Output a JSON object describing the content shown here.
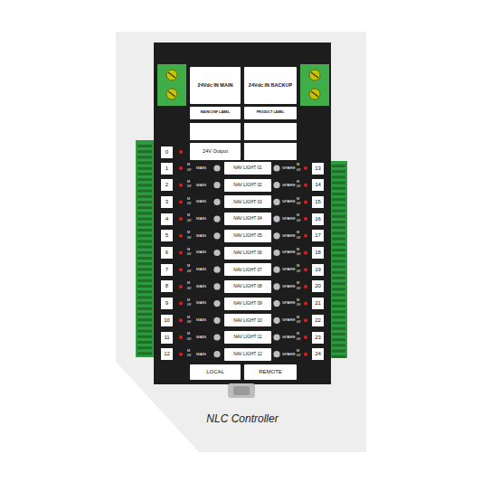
{
  "diagram": {
    "caption": "NLC Controller",
    "nodes": [
      {
        "text": [
          "24Vdc IN MAIN"
        ]
      },
      {
        "text": [
          "24Vdc IN BACKUP"
        ]
      },
      {
        "text": [
          "MAINCONF LABEL"
        ]
      },
      {
        "text": [
          "PRODUCT LABEL"
        ]
      },
      {
        "text": [
          "24V Output"
        ]
      },
      {
        "text": [
          "NAV LIGHT 01"
        ]
      },
      {
        "text": [
          "NAV LIGHT 02"
        ]
      },
      {
        "text": [
          "NAV LIGHT 03"
        ]
      },
      {
        "text": [
          "NAV LIGHT 04"
        ]
      },
      {
        "text": [
          "NAV LIGHT 05"
        ]
      },
      {
        "text": [
          "NAV LIGHT 06"
        ]
      },
      {
        "text": [
          "NAV LIGHT 07"
        ]
      },
      {
        "text": [
          "NAV LIGHT 08"
        ]
      },
      {
        "text": [
          "NAV LIGHT 09"
        ]
      },
      {
        "text": [
          "NAV LIGHT 10"
        ]
      },
      {
        "text": [
          "NAV LIGHT 11"
        ]
      },
      {
        "text": [
          "NAV LIGHT 12"
        ]
      },
      {
        "text": [
          "LOCAL"
        ]
      },
      {
        "text": [
          "REMOTE"
        ]
      }
    ],
    "labels": [
      "0",
      "1",
      "M",
      "0V",
      "MAIN",
      "SPARE",
      "M",
      "0V",
      "13",
      "2",
      "M",
      "0V",
      "MAIN",
      "SPARE",
      "M",
      "0V",
      "14",
      "3",
      "M",
      "0V",
      "MAIN",
      "SPARE",
      "M",
      "0V",
      "15",
      "4",
      "M",
      "0V",
      "MAIN",
      "SPARE",
      "M",
      "0V",
      "16",
      "5",
      "M",
      "0V",
      "MAIN",
      "SPARE",
      "M",
      "0V",
      "17",
      "6",
      "M",
      "0V",
      "MAIN",
      "SPARE",
      "M",
      "0V",
      "18",
      "7",
      "M",
      "0V",
      "MAIN",
      "SPARE",
      "M",
      "0V",
      "19",
      "8",
      "M",
      "0V",
      "MAIN",
      "SPARE",
      "M",
      "0V",
      "20",
      "9",
      "M",
      "0V",
      "MAIN",
      "SPARE",
      "M",
      "0V",
      "21",
      "10",
      "M",
      "0V",
      "MAIN",
      "SPARE",
      "M",
      "0V",
      "22",
      "11",
      "M",
      "0V",
      "MAIN",
      "SPARE",
      "M",
      "0V",
      "23",
      "12",
      "M",
      "0V",
      "MAIN",
      "SPARE",
      "M",
      "0V",
      "24"
    ]
  }
}
